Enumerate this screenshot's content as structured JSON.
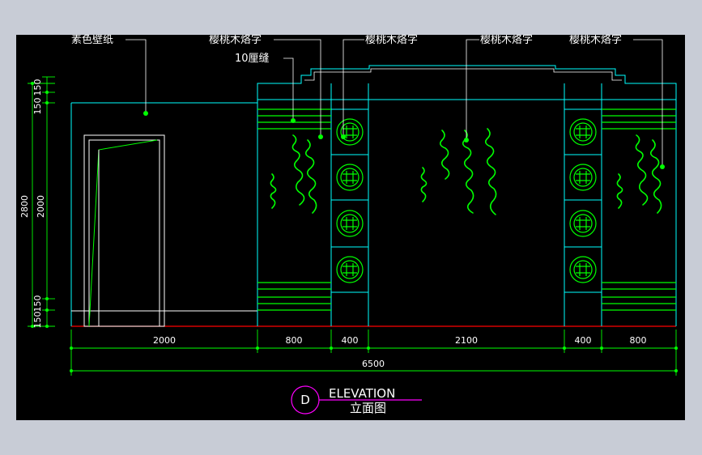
{
  "drawing": {
    "tag_letter": "D",
    "title_en": "ELEVATION",
    "title_cn": "立面图"
  },
  "labels": {
    "wallpaper": "素色壁纸",
    "engrave_1": "樱桃木烙字",
    "engrave_2": "樱桃木烙字",
    "engrave_3": "樱桃木烙字",
    "engrave_4": "樱桃木烙字",
    "gap": "10厘缝"
  },
  "dimensions": {
    "bottom": [
      "2000",
      "800",
      "400",
      "2100",
      "400",
      "800"
    ],
    "total": "6500",
    "left_outer": "2800",
    "left_inner": "2000",
    "left_top_a": "150",
    "left_top_b": "150",
    "left_bot_a": "150",
    "left_bot_b": "150"
  },
  "colors": {
    "background": "#000000",
    "line": "#00ffff",
    "accent": "#00ff00",
    "wall": "#ffffff",
    "floor": "#ff0000",
    "tag_circle": "#ff00ff"
  }
}
